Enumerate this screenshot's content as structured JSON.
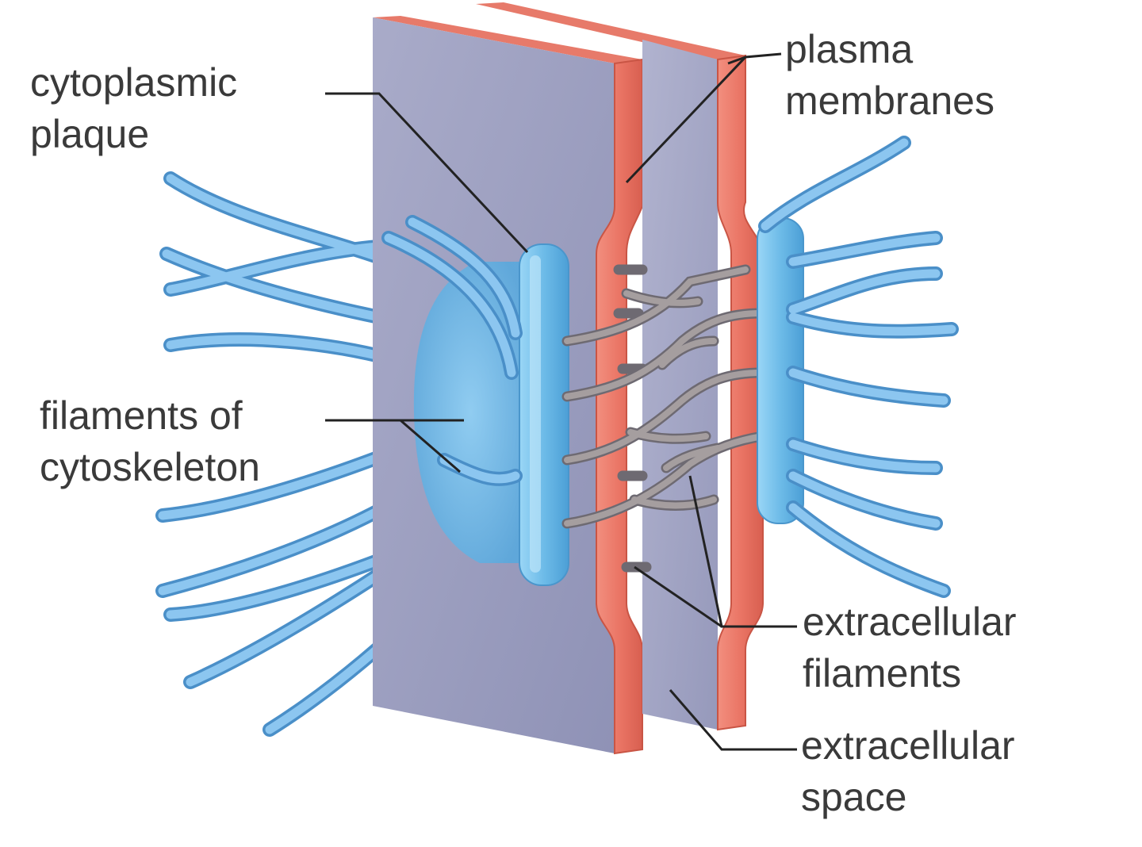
{
  "labels": {
    "cytoplasmic_plaque": [
      "cytoplasmic",
      "plaque"
    ],
    "plasma_membranes": [
      "plasma",
      "membranes"
    ],
    "filaments_of_cytoskeleton": [
      "filaments of",
      "cytoskeleton"
    ],
    "extracellular_filaments": [
      "extracellular",
      "filaments"
    ],
    "extracellular_space": [
      "extracellular",
      "space"
    ]
  },
  "colors": {
    "membrane_face": "#a4a6c6",
    "membrane_edge": "#ee7d6e",
    "plaque": "#72bce8",
    "cytoskeleton_filament": "#6ab0e4",
    "extracellular_filament": "#9a9396"
  }
}
